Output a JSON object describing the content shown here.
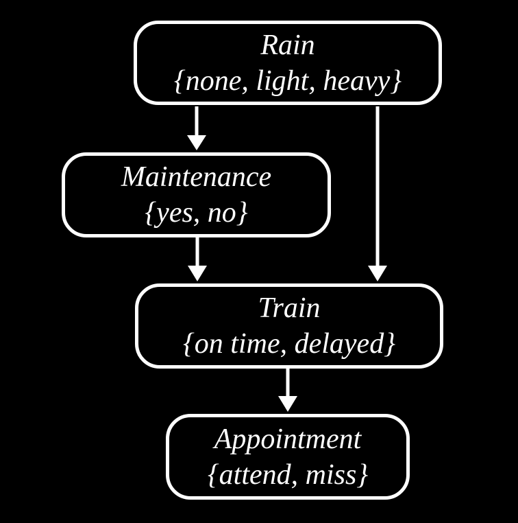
{
  "diagram": {
    "type": "bayesian-network",
    "colors": {
      "background": "#000000",
      "node_border": "#ffffff",
      "node_fill": "#000000",
      "text": "#ffffff",
      "edge": "#ffffff"
    },
    "nodes": {
      "rain": {
        "label": "Rain",
        "values": "{none, light, heavy}"
      },
      "maintenance": {
        "label": "Maintenance",
        "values": "{yes, no}"
      },
      "train": {
        "label": "Train",
        "values": "{on time, delayed}"
      },
      "appointment": {
        "label": "Appointment",
        "values": "{attend, miss}"
      }
    },
    "edges": [
      {
        "from": "Rain",
        "to": "Maintenance"
      },
      {
        "from": "Rain",
        "to": "Train"
      },
      {
        "from": "Maintenance",
        "to": "Train"
      },
      {
        "from": "Train",
        "to": "Appointment"
      }
    ]
  }
}
